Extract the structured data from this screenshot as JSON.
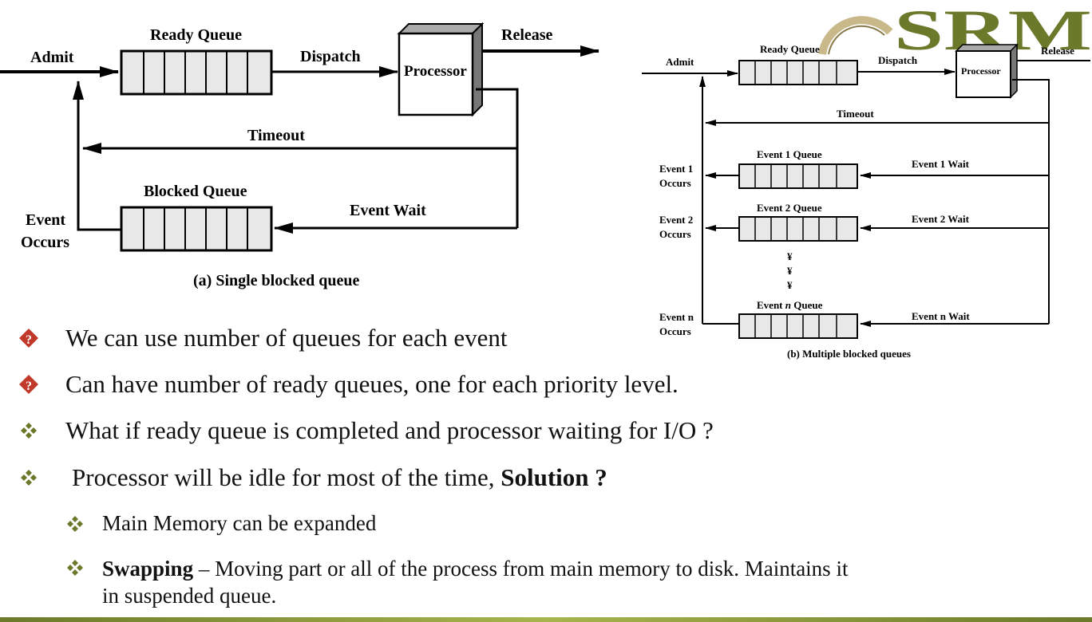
{
  "colors": {
    "accent": "#c0392b",
    "olive": "#6b7a2a",
    "queue_fill": "#e8e8e8",
    "processor_side": "#777777"
  },
  "logo": {
    "text": "SRM"
  },
  "diagram_a": {
    "admit": "Admit",
    "ready_queue": "Ready Queue",
    "dispatch": "Dispatch",
    "processor": "Processor",
    "release": "Release",
    "timeout": "Timeout",
    "blocked_queue": "Blocked Queue",
    "event_wait": "Event Wait",
    "event_occurs_1": "Event",
    "event_occurs_2": "Occurs",
    "caption": "(a) Single blocked queue"
  },
  "diagram_b": {
    "admit": "Admit",
    "ready_queue": "Ready Queue",
    "dispatch": "Dispatch",
    "processor": "Processor",
    "release": "Release",
    "timeout": "Timeout",
    "event1_queue": "Event 1 Queue",
    "event1_wait": "Event 1 Wait",
    "event1_occ_1": "Event 1",
    "event1_occ_2": "Occurs",
    "event2_queue": "Event 2 Queue",
    "event2_wait": "Event 2 Wait",
    "event2_occ_1": "Event 2",
    "event2_occ_2": "Occurs",
    "dots": [
      "¥",
      "¥",
      "¥"
    ],
    "eventn_queue_pre": "Event ",
    "eventn_queue_n": "n",
    "eventn_queue_post": " Queue",
    "eventn_wait": "Event n Wait",
    "eventn_occ_1": "Event n",
    "eventn_occ_2": "Occurs",
    "caption": "(b) Multiple blocked queues"
  },
  "bullets": [
    {
      "marker": "diamond-question",
      "text": "We can use number of queues for each event"
    },
    {
      "marker": "diamond-question",
      "text": "Can have number of ready queues, one for each priority level."
    },
    {
      "marker": "four-diamond",
      "text": "What if ready queue is completed and processor waiting for I/O ?"
    },
    {
      "marker": "four-diamond",
      "text": "Processor will be idle for most of the time, ",
      "bold": "Solution ?"
    }
  ],
  "sub_bullets": [
    {
      "marker": "four-diamond",
      "text": "Main Memory can be expanded"
    },
    {
      "marker": "four-diamond",
      "bold": "Swapping",
      "text": " – Moving part or all of the process from main memory to disk. Maintains it",
      "text_line2": "in suspended queue."
    }
  ]
}
